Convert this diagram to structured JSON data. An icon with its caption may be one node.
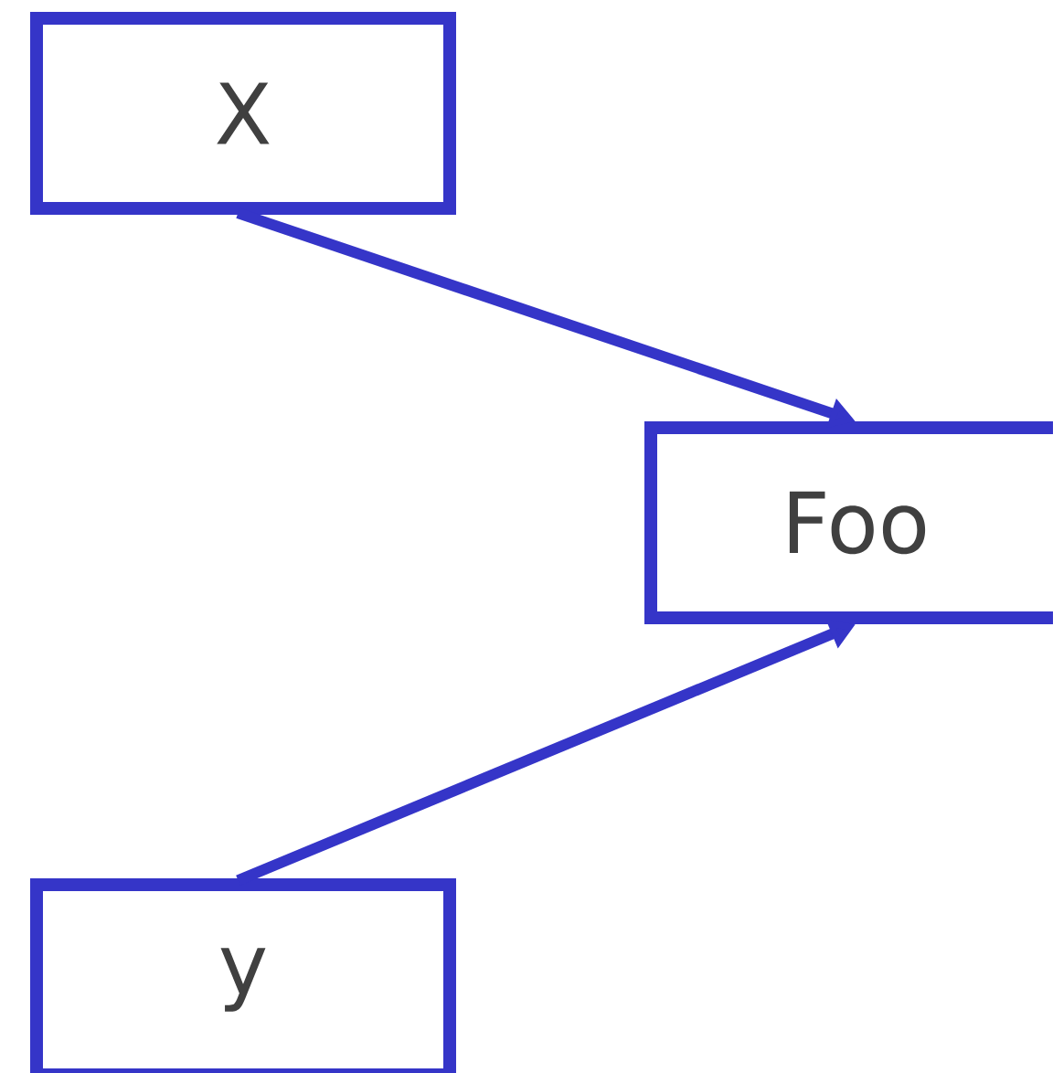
{
  "diagram": {
    "nodes": [
      {
        "text": [
          "X"
        ]
      },
      {
        "text": [
          "Foo"
        ]
      },
      {
        "text": [
          "y"
        ]
      }
    ],
    "edges": [
      {
        "from": 0,
        "to": 1,
        "arrow": "to"
      },
      {
        "from": 2,
        "to": 1,
        "arrow": "to"
      }
    ]
  }
}
